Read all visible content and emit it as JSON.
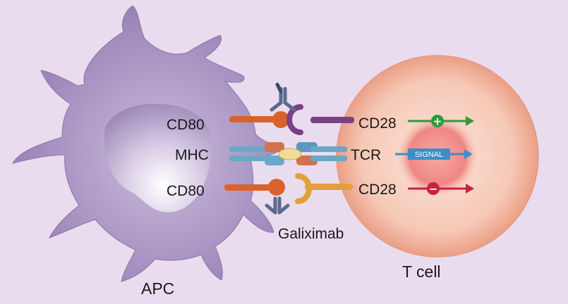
{
  "labels": {
    "apc": "APC",
    "t_cell": "T cell",
    "cd80_top": "CD80",
    "mhc": "MHC",
    "cd80_bottom": "CD80",
    "cd28_top": "CD28",
    "tcr": "TCR",
    "cd28_bottom": "CD28",
    "drug": "Galiximab",
    "signal": "SIGNAL",
    "plus": "+",
    "minus": "−"
  },
  "colors": {
    "background": "#e9dcee",
    "apc_body": "#9d86b9",
    "t_cell_outer": "#f7c9bb",
    "t_cell_inner": "#ee7c7c",
    "cd80": "#d9622b",
    "cd28_top": "#7a3f86",
    "cd28_bottom": "#e0a13a",
    "tcr_mhc": "#6aa8c8",
    "antibody": "#5b6a8c",
    "arrow_positive": "#2f9a3c",
    "arrow_signal": "#3b8fc6",
    "arrow_negative": "#c8213d"
  }
}
